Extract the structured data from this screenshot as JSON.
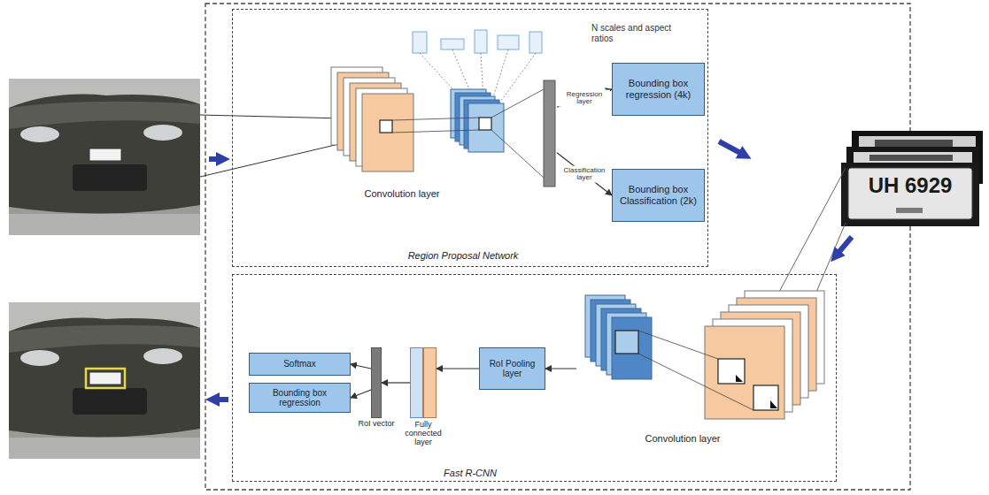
{
  "diagram": {
    "nodes": [
      {
        "text": [
          "Region Proposal Network"
        ]
      },
      {
        "text": [
          "Convolution layer"
        ],
        "in": 0
      },
      {
        "text": [
          "Bounding box regression (4k)"
        ],
        "in": 0
      },
      {
        "text": [
          "Bounding box Classification (2k)"
        ],
        "in": 0
      },
      {
        "text": [
          "Fast R-CNN"
        ]
      },
      {
        "text": [
          "Softmax"
        ],
        "in": 4
      },
      {
        "text": [
          "Bounding box regression"
        ],
        "in": 4
      },
      {
        "text": [
          "RoI vector"
        ],
        "in": 4
      },
      {
        "text": [
          "Fully connected layer"
        ],
        "in": 4
      },
      {
        "text": [
          "RoI Pooling layer"
        ],
        "in": 4
      },
      {
        "text": [
          "Convolution layer"
        ],
        "in": 4
      }
    ],
    "edges": [
      {
        "from": 1,
        "to": 2,
        "label": "Regression layer",
        "arrow": "to"
      },
      {
        "from": 1,
        "to": 3,
        "label": "Classification layer",
        "arrow": "to"
      },
      {
        "from": 10,
        "to": 9,
        "arrow": "to"
      },
      {
        "from": 9,
        "to": 8,
        "arrow": "to"
      },
      {
        "from": 8,
        "to": 7,
        "arrow": "to"
      },
      {
        "from": 7,
        "to": 5,
        "arrow": "to"
      },
      {
        "from": 7,
        "to": 6,
        "arrow": "to"
      }
    ],
    "labels": [
      "N scales and aspect ratios",
      "UH 6929"
    ]
  }
}
